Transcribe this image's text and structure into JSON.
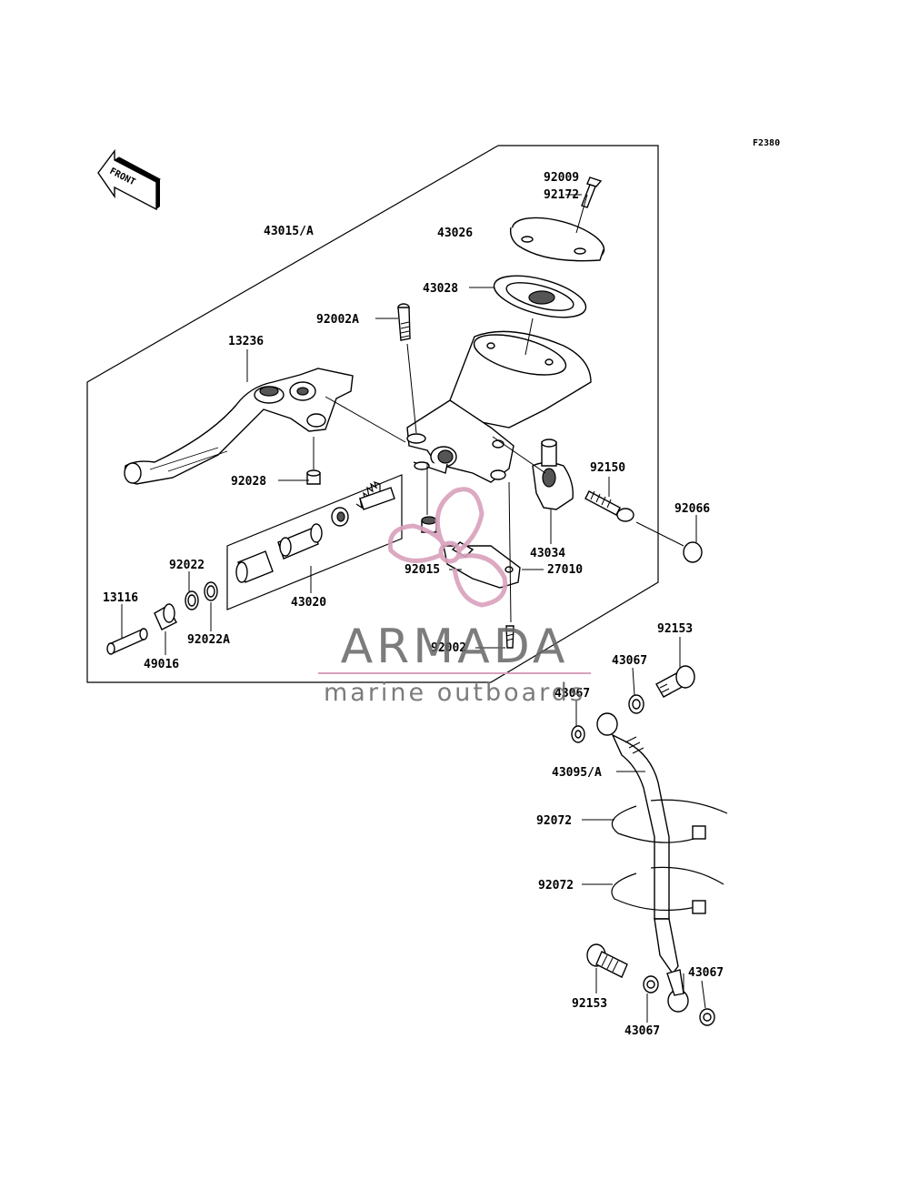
{
  "figure_code": "F2380",
  "front_arrow_label": "FRONT",
  "parts": [
    {
      "id": "p-92009",
      "label": "92009"
    },
    {
      "id": "p-92172",
      "label": "92172"
    },
    {
      "id": "p-43015A",
      "label": "43015/A"
    },
    {
      "id": "p-43026",
      "label": "43026"
    },
    {
      "id": "p-43028",
      "label": "43028"
    },
    {
      "id": "p-92002A",
      "label": "92002A"
    },
    {
      "id": "p-13236",
      "label": "13236"
    },
    {
      "id": "p-92028",
      "label": "92028"
    },
    {
      "id": "p-92150",
      "label": "92150"
    },
    {
      "id": "p-92066",
      "label": "92066"
    },
    {
      "id": "p-43034",
      "label": "43034"
    },
    {
      "id": "p-92022",
      "label": "92022"
    },
    {
      "id": "p-92015",
      "label": "92015"
    },
    {
      "id": "p-27010",
      "label": "27010"
    },
    {
      "id": "p-13116",
      "label": "13116"
    },
    {
      "id": "p-43020",
      "label": "43020"
    },
    {
      "id": "p-92022A",
      "label": "92022A"
    },
    {
      "id": "p-49016",
      "label": "49016"
    },
    {
      "id": "p-92002",
      "label": "92002"
    },
    {
      "id": "p-92153-top",
      "label": "92153"
    },
    {
      "id": "p-43067-a",
      "label": "43067"
    },
    {
      "id": "p-43067-b",
      "label": "43067"
    },
    {
      "id": "p-43095A",
      "label": "43095/A"
    },
    {
      "id": "p-92072-a",
      "label": "92072"
    },
    {
      "id": "p-92072-b",
      "label": "92072"
    },
    {
      "id": "p-43067-c",
      "label": "43067"
    },
    {
      "id": "p-92153-bot",
      "label": "92153"
    },
    {
      "id": "p-43067-d",
      "label": "43067"
    }
  ],
  "watermark": {
    "brand": "ARMADA",
    "tagline": "marine outboards",
    "logo_color": "#d9a0bc",
    "text_color": "#666666"
  }
}
